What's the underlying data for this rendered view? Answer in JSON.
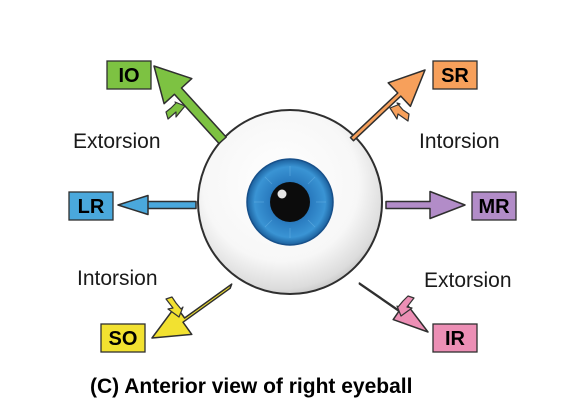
{
  "caption": "(C) Anterior view of right eyeball",
  "muscles": {
    "io": {
      "label": "IO",
      "color": "#7dc242"
    },
    "sr": {
      "label": "SR",
      "color": "#f7a05b"
    },
    "lr": {
      "label": "LR",
      "color": "#4aa8dc"
    },
    "mr": {
      "label": "MR",
      "color": "#b28cc8"
    },
    "so": {
      "label": "SO",
      "color": "#f2e130"
    },
    "ir": {
      "label": "IR",
      "color": "#ec8fb5"
    }
  },
  "motions": {
    "io": "Extorsion",
    "sr": "Intorsion",
    "so": "Intorsion",
    "ir": "Extorsion"
  },
  "colors": {
    "iris": "#2e86c8",
    "pupil": "#0c0c0c"
  },
  "icons": {
    "eyeball": "eyeball-icon"
  }
}
